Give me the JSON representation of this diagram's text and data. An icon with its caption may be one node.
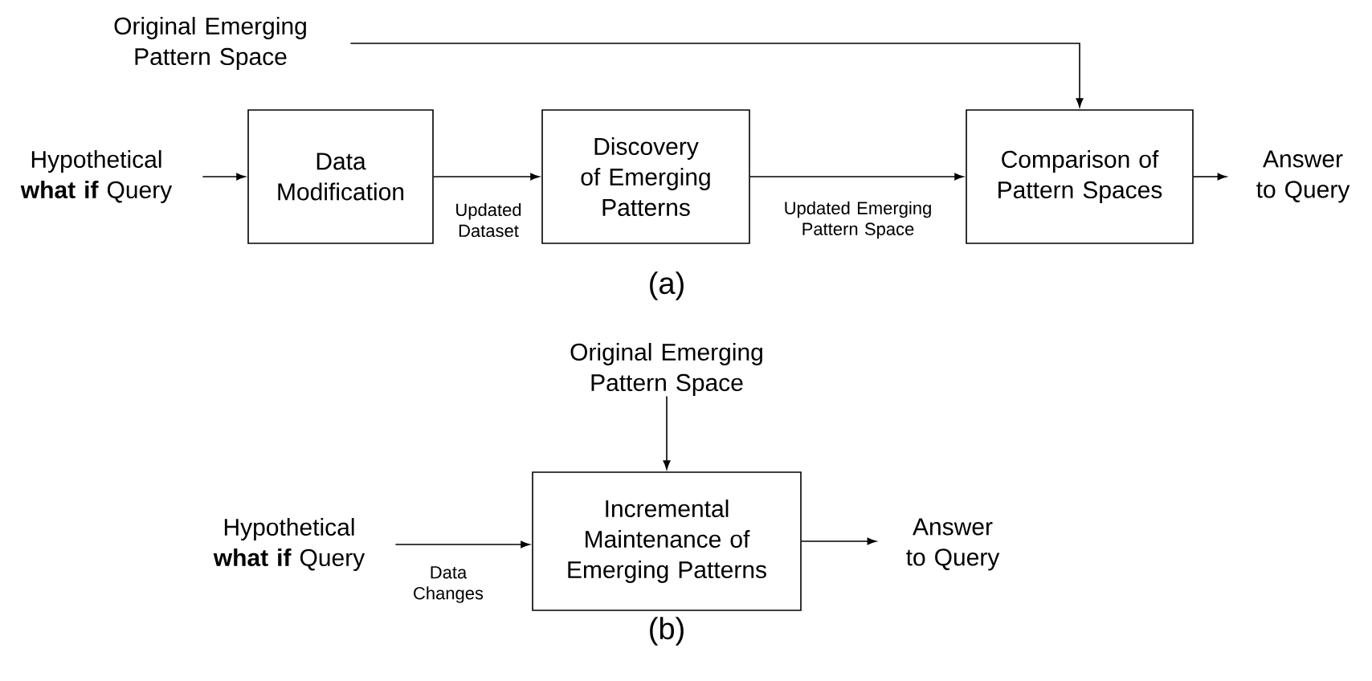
{
  "diagram": {
    "nodes": [
      {
        "text": [
          "Original Emerging Pattern Space"
        ]
      },
      {
        "text": [
          "Hypothetical **what if** Query"
        ]
      },
      {
        "text": [
          "Data Modification"
        ]
      },
      {
        "text": [
          "Discovery of Emerging Patterns"
        ]
      },
      {
        "text": [
          "Comparison of Pattern Spaces"
        ]
      },
      {
        "text": [
          "Answer to Query"
        ]
      },
      {
        "text": [
          "Original Emerging Pattern Space"
        ]
      },
      {
        "text": [
          "Hypothetical **what if** Query"
        ]
      },
      {
        "text": [
          "Incremental Maintenance of Emerging Patterns"
        ]
      },
      {
        "text": [
          "Answer to Query"
        ]
      }
    ],
    "edges": [
      {
        "from": 0,
        "to": 4,
        "arrow": "to"
      },
      {
        "from": 1,
        "to": 2,
        "arrow": "to"
      },
      {
        "from": 2,
        "to": 3,
        "arrow": "to",
        "label": "Updated Dataset"
      },
      {
        "from": 3,
        "to": 4,
        "arrow": "to",
        "label": "Updated Emerging Pattern Space"
      },
      {
        "from": 4,
        "to": 5,
        "arrow": "to"
      },
      {
        "from": 6,
        "to": 8,
        "arrow": "to"
      },
      {
        "from": 7,
        "to": 8,
        "arrow": "to",
        "label": "Data Changes"
      },
      {
        "from": 8,
        "to": 9,
        "arrow": "to"
      }
    ],
    "labels": [
      "(a)",
      "(b)"
    ]
  }
}
